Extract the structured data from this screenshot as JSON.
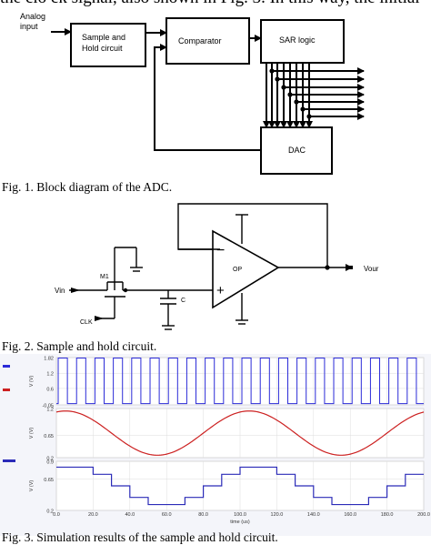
{
  "page": {
    "top_text": "the clo ck signal, also shown in Fig. 3. In this way, the initial"
  },
  "fig1": {
    "caption": "Fig. 1. Block diagram of the ADC.",
    "input_label_line1": "Analog",
    "input_label_line2": "input",
    "sh_line1": "Sample and",
    "sh_line2": "Hold circuit",
    "comparator": "Comparator",
    "sar": "SAR logic",
    "dac": "DAC"
  },
  "fig2": {
    "caption": "Fig. 2. Sample and hold circuit.",
    "vin": "Vin",
    "clk": "CLK",
    "m1": "M1",
    "cap": "C",
    "op": "OP",
    "vout": "Vour",
    "minus": "−",
    "plus": "+"
  },
  "fig3": {
    "caption": "Fig. 3. Simulation results of the sample and hold circuit.",
    "xlabel": "time (us)",
    "x_ticks": [
      "0.0",
      "20.0",
      "40.0",
      "60.0",
      "80.0",
      "100.0",
      "120.0",
      "140.0",
      "160.0",
      "180.0",
      "200.0"
    ],
    "panel1_yticks": [
      "1.82",
      "1.2",
      "0.6",
      "-0.05"
    ],
    "panel2_yticks": [
      "1.2",
      "0.65",
      "0.2"
    ],
    "panel3_yticks": [
      "0.9",
      "0.65",
      "0.2"
    ],
    "ylabel": "V (V)",
    "colors": {
      "clock": "#2b2bd8",
      "sine": "#cc2020",
      "held": "#2b2bb8"
    }
  },
  "chart_data": [
    {
      "type": "line",
      "series": [
        {
          "values": "clock square wave, period 10 us, 0 to 1.8 V"
        }
      ],
      "xlim": [
        0,
        200
      ],
      "ylim": [
        -0.05,
        1.82
      ],
      "xlabel": "time (us)",
      "ylabel": "V (V)"
    },
    {
      "type": "line",
      "series": [
        {
          "values": "sine, period 100 us, approx 0.25 to 1.15 V"
        }
      ],
      "xlim": [
        0,
        200
      ],
      "ylim": [
        0.2,
        1.2
      ],
      "ylabel": "V (V)"
    },
    {
      "type": "line",
      "series": [
        {
          "values": "sampled-and-held staircase of the sine"
        }
      ],
      "xlim": [
        0,
        200
      ],
      "ylim": [
        0.2,
        0.9
      ],
      "ylabel": "V (V)"
    }
  ]
}
